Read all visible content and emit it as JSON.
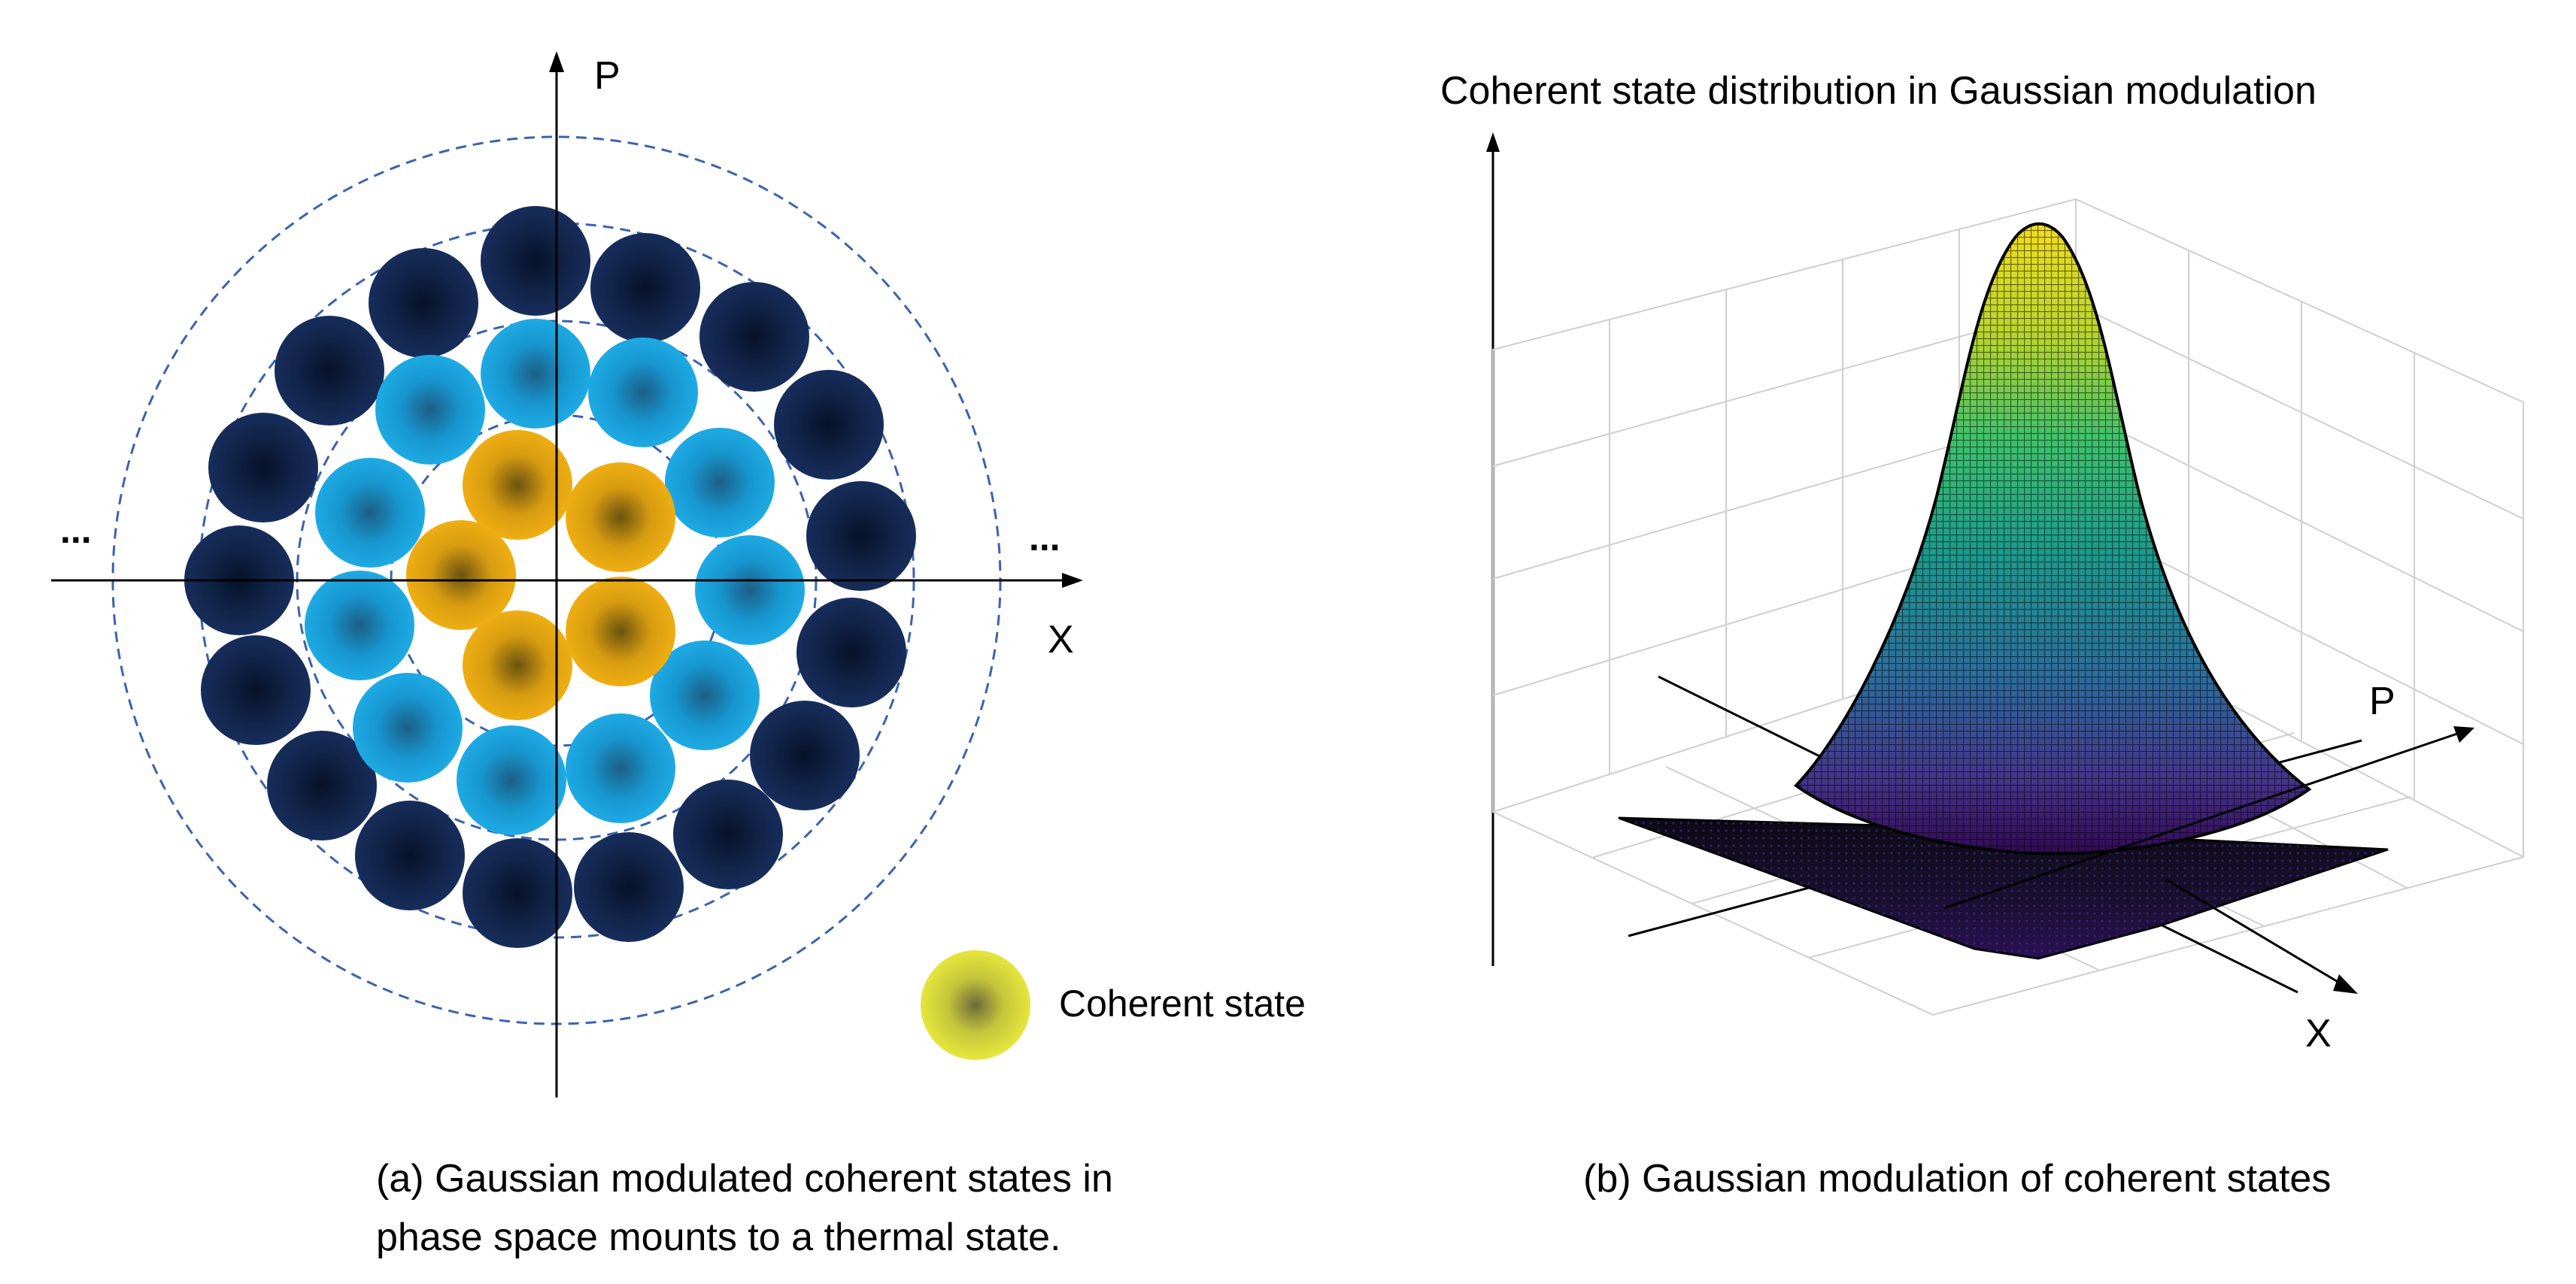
{
  "panel_a": {
    "axis_x_label": "X",
    "axis_p_label": "P",
    "ellipsis_left": "...",
    "ellipsis_right": "...",
    "legend_label": "Coherent state",
    "caption_line1": "(a)  Gaussian modulated coherent states in",
    "caption_line2": "phase space mounts to a thermal state.",
    "colors": {
      "inner": "#e8a90f",
      "middle": "#1aa5df",
      "outer": "#142a55",
      "rings": "#3a63b0",
      "legend_fill": "#e1e23a"
    }
  },
  "panel_b": {
    "title": "Coherent state distribution in Gaussian modulation",
    "axis_p_label": "P",
    "axis_x_label": "X",
    "caption": "(b) Gaussian modulation of coherent states",
    "colormap": "viridis"
  }
}
